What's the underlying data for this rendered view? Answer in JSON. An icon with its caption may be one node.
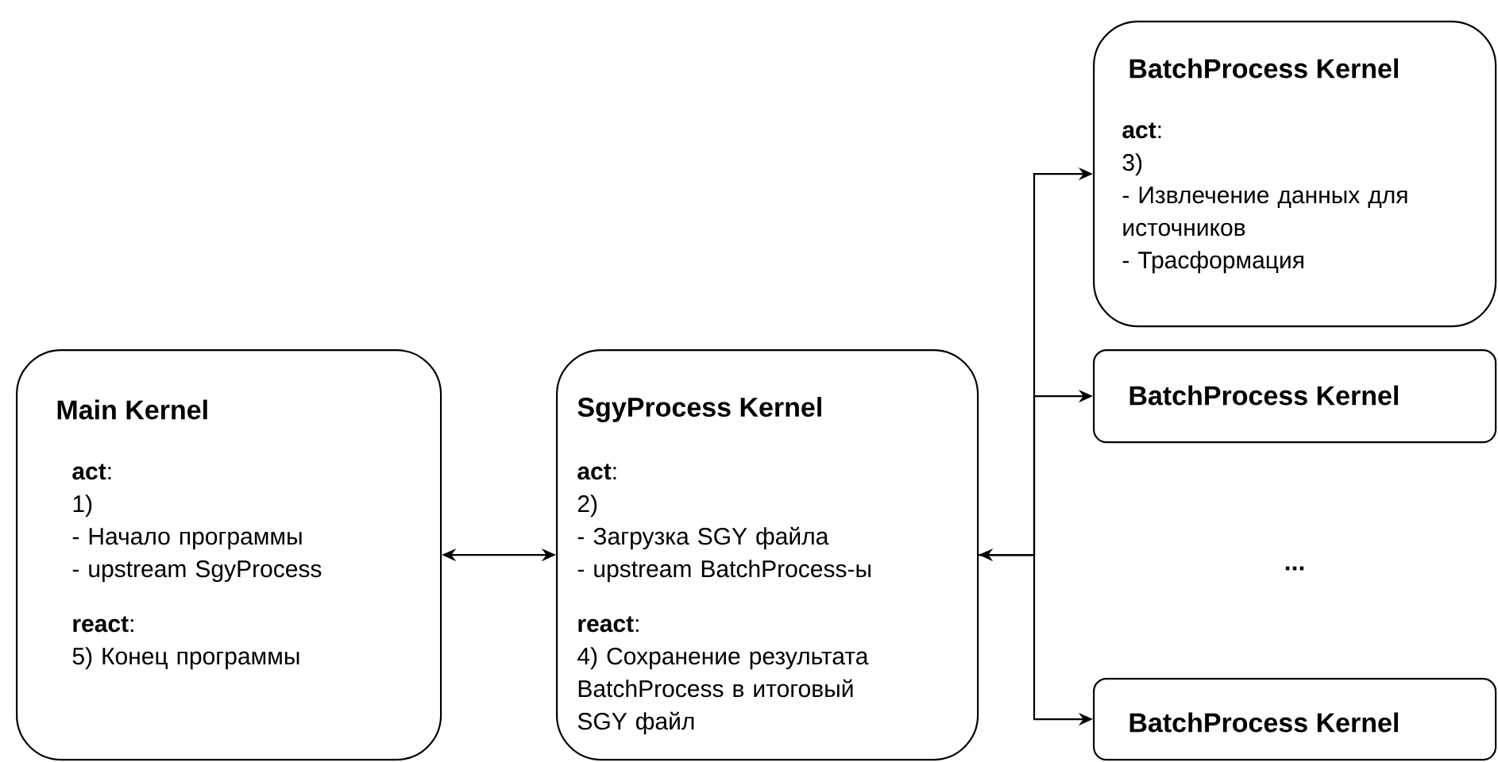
{
  "diagram": {
    "nodes": [
      {
        "text": [
          "Main Kernel",
          "**act**:",
          "1)",
          "- Начало программы",
          "- upstream SgyProcess",
          "**react**:",
          "5) Конец программы"
        ]
      },
      {
        "text": [
          "SgyProcess Kernel",
          "**act**:",
          "2)",
          "- Загрузка SGY файла",
          "- upstream BatchProcess-ы",
          "**react**:",
          "4) Сохранение результата BatchProcess в итоговый SGY файл"
        ]
      },
      {
        "text": [
          "BatchProcess Kernel",
          "**act**:",
          "3)",
          "- Извлечение данных для источников",
          "- Трасформация"
        ]
      },
      {
        "text": [
          "BatchProcess Kernel"
        ]
      },
      {
        "text": [
          "BatchProcess Kernel"
        ]
      }
    ],
    "edges": [
      {
        "from": 0,
        "to": 1,
        "arrow": "both"
      },
      {
        "from": 1,
        "to": 2,
        "arrow": "both"
      },
      {
        "from": 1,
        "to": 3,
        "arrow": "to"
      },
      {
        "from": 1,
        "to": 4,
        "arrow": "to"
      }
    ],
    "labels": [
      "..."
    ]
  }
}
